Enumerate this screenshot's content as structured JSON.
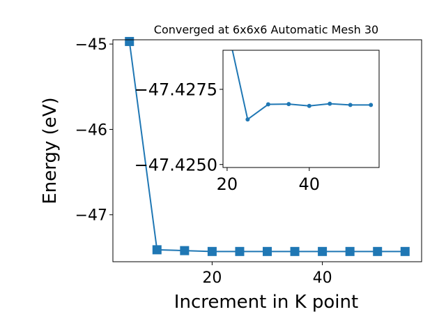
{
  "chart_data": [
    {
      "type": "line",
      "title": "Converged at 6x6x6 Automatic Mesh 30",
      "xlabel": "Increment in K point",
      "ylabel": "Energy (eV)",
      "xlim": [
        2,
        58
      ],
      "ylim": [
        -47.55,
        -44.95
      ],
      "xticks": [
        20,
        40
      ],
      "xtick_labels": [
        "20",
        "40"
      ],
      "yticks": [
        -45,
        -46,
        -47
      ],
      "ytick_labels": [
        "−45",
        "−46",
        "−47"
      ],
      "marker": "square",
      "color": "#1f77b4",
      "grid": false,
      "series": [
        {
          "x": [
            5,
            10,
            15,
            20,
            25,
            30,
            35,
            40,
            45,
            50,
            55
          ],
          "y": [
            -44.97,
            -47.41,
            -47.42,
            -47.43,
            -47.43,
            -47.43,
            -47.43,
            -47.43,
            -47.43,
            -47.43,
            -47.43
          ]
        }
      ]
    },
    {
      "type": "line",
      "title": "",
      "xlabel": "",
      "ylabel": "",
      "xlim": [
        19,
        57
      ],
      "ylim": [
        -47.4249,
        -47.4288
      ],
      "xticks": [
        20,
        40
      ],
      "xtick_labels": [
        "20",
        "40"
      ],
      "yticks": [
        -47.4275,
        -47.425
      ],
      "ytick_labels": [
        "−47.4275",
        "−47.4250"
      ],
      "marker": "circle",
      "color": "#1f77b4",
      "grid": false,
      "series": [
        {
          "x": [
            20,
            25,
            30,
            35,
            40,
            45,
            50,
            55
          ],
          "y": [
            -47.4296,
            -47.4265,
            -47.427,
            -47.42701,
            -47.42695,
            -47.42702,
            -47.42698,
            -47.42698
          ]
        }
      ]
    }
  ]
}
